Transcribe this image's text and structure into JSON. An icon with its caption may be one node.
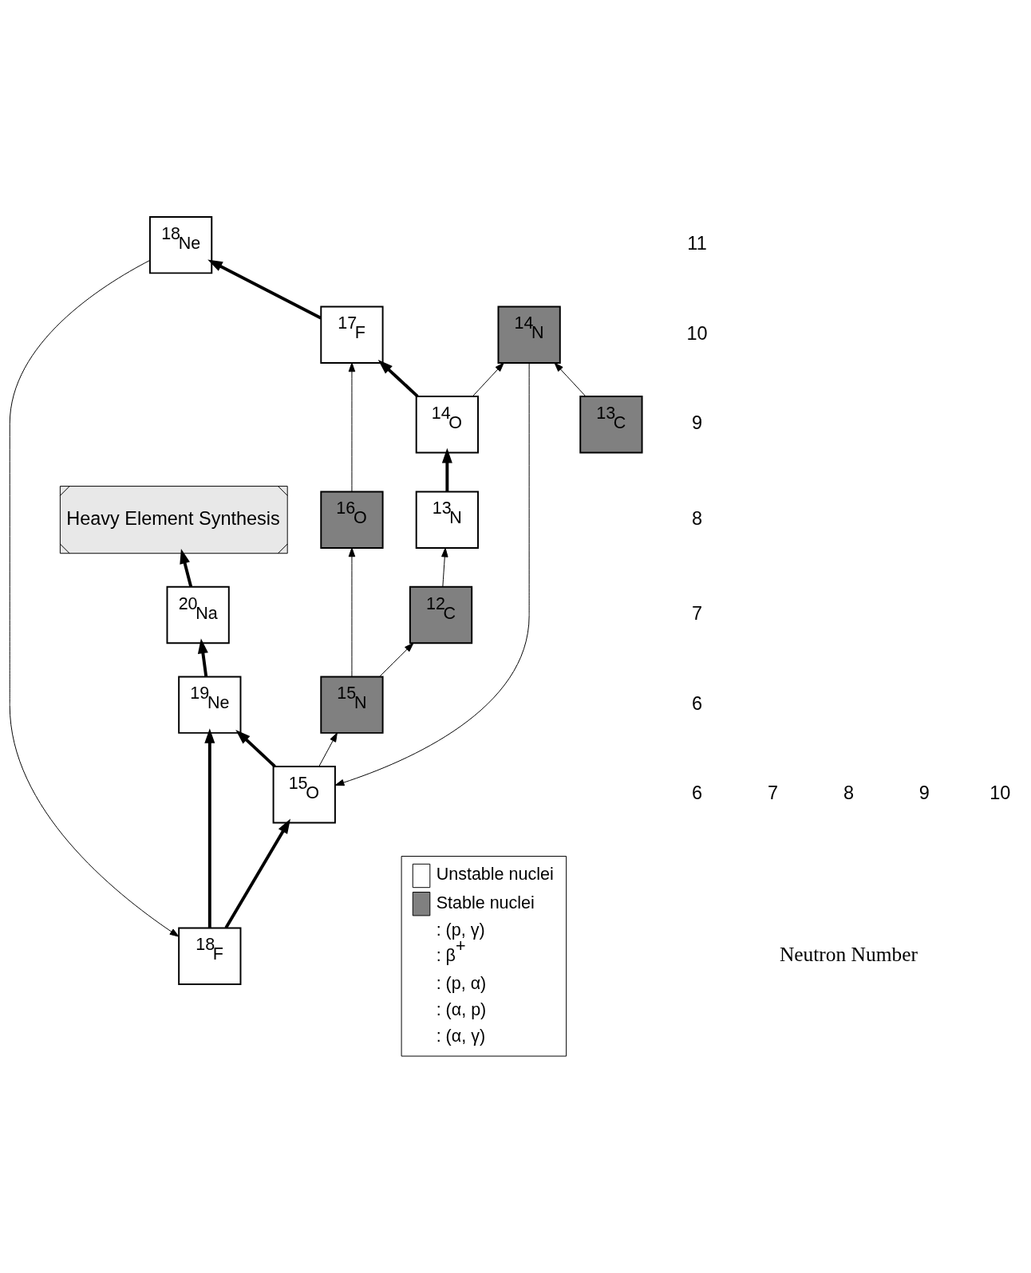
{
  "diagram": {
    "nodes": [
      {
        "text": [
          "Heavy Element Synthesis"
        ]
      },
      {
        "text": [
          "$^{20}$Na"
        ]
      },
      {
        "text": [
          "$^{18}$Ne"
        ]
      },
      {
        "text": [
          "$^{19}$Ne"
        ]
      },
      {
        "text": [
          "$^{17}$F"
        ]
      },
      {
        "text": [
          "$^{18}$F"
        ]
      },
      {
        "text": [
          "$^{14}$O"
        ]
      },
      {
        "text": [
          "$^{15}$O"
        ]
      },
      {
        "text": [
          "$^{16}$O"
        ]
      },
      {
        "text": [
          "$^{13}$N"
        ]
      },
      {
        "text": [
          "$^{14}$N"
        ]
      },
      {
        "text": [
          "$^{15}$N"
        ]
      },
      {
        "text": [
          "$^{12}$C"
        ]
      },
      {
        "text": [
          "$^{13}$C"
        ]
      }
    ],
    "edges": [
      {
        "from": 1,
        "to": 0,
        "arrow": "to",
        "style": "thick"
      },
      {
        "from": 3,
        "to": 1,
        "arrow": "to",
        "style": "thick"
      },
      {
        "from": 5,
        "to": 3,
        "arrow": "to",
        "style": "thick"
      },
      {
        "from": 4,
        "to": 2,
        "arrow": "to",
        "style": "thick"
      },
      {
        "from": 2,
        "to": 5,
        "arrow": "to"
      },
      {
        "from": 7,
        "to": 3,
        "arrow": "to",
        "style": "thick"
      },
      {
        "from": 6,
        "to": 4,
        "arrow": "to",
        "style": "thick"
      },
      {
        "from": 8,
        "to": 4,
        "arrow": "to"
      },
      {
        "from": 5,
        "to": 7,
        "arrow": "to",
        "style": "thick"
      },
      {
        "from": 11,
        "to": 8,
        "arrow": "to"
      },
      {
        "from": 9,
        "to": 6,
        "arrow": "to",
        "style": "thick"
      },
      {
        "from": 6,
        "to": 10,
        "arrow": "to"
      },
      {
        "from": 10,
        "to": 7,
        "arrow": "to"
      },
      {
        "from": 7,
        "to": 11,
        "arrow": "to"
      },
      {
        "from": 13,
        "to": 10,
        "arrow": "to"
      },
      {
        "from": 12,
        "to": 9,
        "arrow": "to"
      },
      {
        "from": 11,
        "to": 12,
        "arrow": "to"
      }
    ],
    "labels": [
      "11",
      "10",
      "9",
      "8",
      "7",
      "6",
      "6",
      "7",
      "8",
      "9",
      "10",
      "Neutron Number"
    ],
    "legend": [
      {
        "text": "Unstable nuclei",
        "color": "#ffffff"
      },
      {
        "text": "Stable nuclei",
        "color": "#808080"
      },
      {
        "text": ": (p, γ)"
      },
      {
        "text": ": β$^{+}$"
      },
      {
        "text": ": (p, α)"
      },
      {
        "text": ": (α, p)"
      },
      {
        "text": ": (α, γ)"
      }
    ]
  }
}
